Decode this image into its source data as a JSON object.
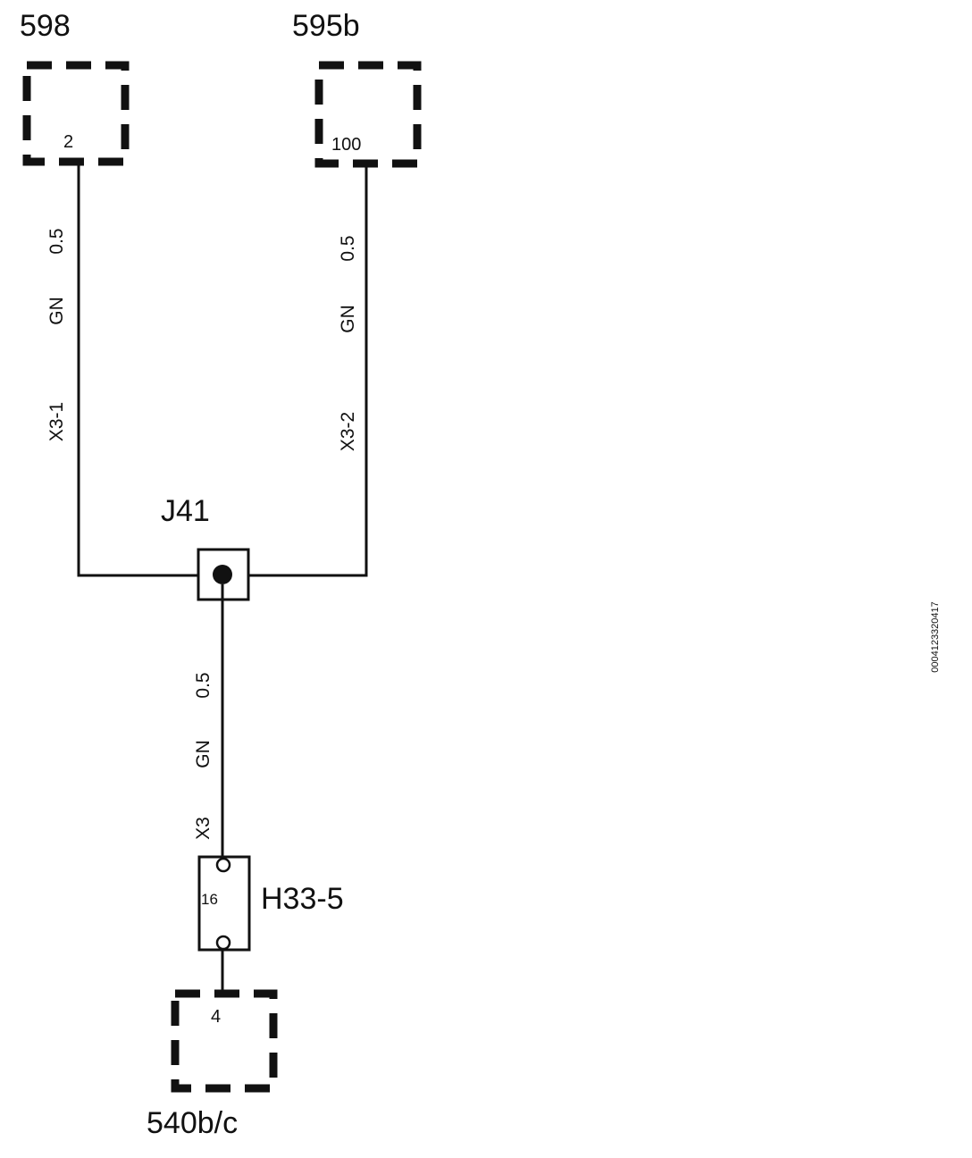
{
  "components": {
    "c598": {
      "name": "598",
      "pin": "2"
    },
    "c595b": {
      "name": "595b",
      "pin": "100"
    },
    "splice": {
      "name": "J41"
    },
    "fuse": {
      "name": "H33-5",
      "pin": "16"
    },
    "c540": {
      "name": "540b/c",
      "pin": "4"
    }
  },
  "wires": {
    "left": {
      "size": "0.5",
      "color": "GN",
      "id": "X3-1"
    },
    "right": {
      "size": "0.5",
      "color": "GN",
      "id": "X3-2"
    },
    "bottom": {
      "size": "0.5",
      "color": "GN",
      "id": "X3"
    }
  },
  "doc_code": "0004123320417"
}
